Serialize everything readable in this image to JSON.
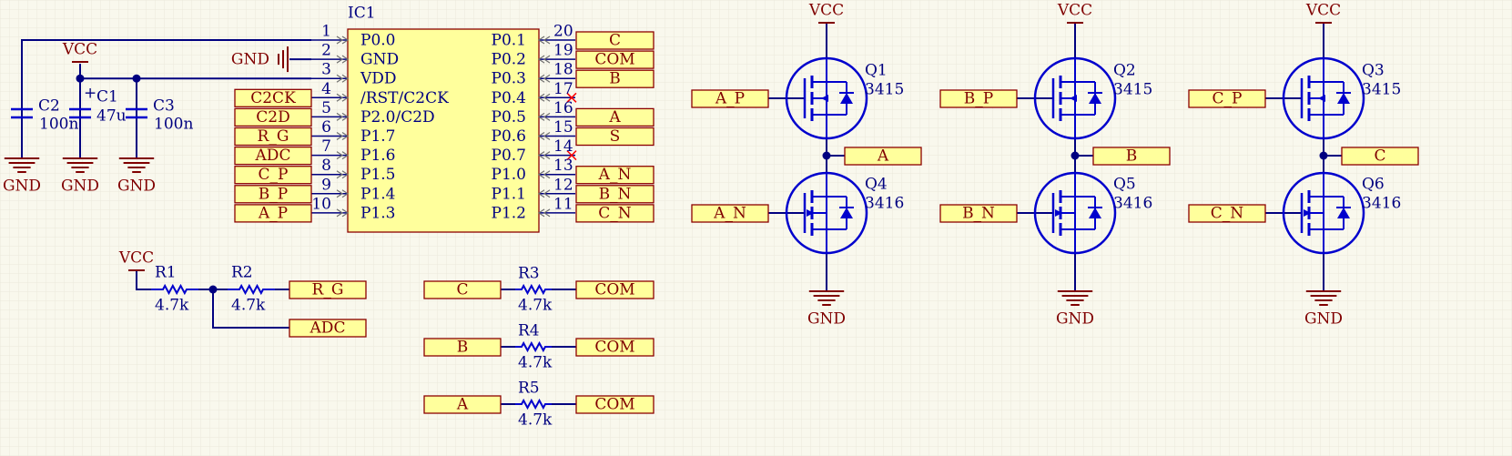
{
  "colors": {
    "background": "#f9f8ed",
    "grid": "#ebe9dc",
    "wire": "#000080",
    "power": "#800000",
    "body_fill": "#ffff9c",
    "body_stroke": "#8b0000",
    "text_red": "#800000",
    "text_blue": "#000080",
    "component": "#0000cd",
    "no_connect": "#ff0000"
  },
  "ic1": {
    "designator": "IC1",
    "left_pins": [
      {
        "num": "1",
        "name": "P0.0"
      },
      {
        "num": "2",
        "name": "GND"
      },
      {
        "num": "3",
        "name": "VDD"
      },
      {
        "num": "4",
        "name": "/RST/C2CK"
      },
      {
        "num": "5",
        "name": "P2.0/C2D"
      },
      {
        "num": "6",
        "name": "P1.7"
      },
      {
        "num": "7",
        "name": "P1.6"
      },
      {
        "num": "8",
        "name": "P1.5"
      },
      {
        "num": "9",
        "name": "P1.4"
      },
      {
        "num": "10",
        "name": "P1.3"
      }
    ],
    "right_pins": [
      {
        "num": "20",
        "name": "P0.1"
      },
      {
        "num": "19",
        "name": "P0.2"
      },
      {
        "num": "18",
        "name": "P0.3"
      },
      {
        "num": "17",
        "name": "P0.4"
      },
      {
        "num": "16",
        "name": "P0.5"
      },
      {
        "num": "15",
        "name": "P0.6"
      },
      {
        "num": "14",
        "name": "P0.7"
      },
      {
        "num": "13",
        "name": "P1.0"
      },
      {
        "num": "12",
        "name": "P1.1"
      },
      {
        "num": "11",
        "name": "P1.2"
      }
    ],
    "left_nets": [
      "",
      "",
      "",
      "C2CK",
      "C2D",
      "R_G",
      "ADC",
      "C_P",
      "B_P",
      "A_P"
    ],
    "right_nets": [
      "C",
      "COM",
      "B",
      "",
      "A",
      "S",
      "",
      "A_N",
      "B_N",
      "C_N"
    ]
  },
  "power": {
    "vcc": "VCC",
    "gnd": "GND"
  },
  "capacitors": [
    {
      "ref": "C2",
      "value": "100n"
    },
    {
      "ref": "C1",
      "value": "47u",
      "polarity": "+"
    },
    {
      "ref": "C3",
      "value": "100n"
    }
  ],
  "resistors": [
    {
      "ref": "R1",
      "value": "4.7k"
    },
    {
      "ref": "R2",
      "value": "4.7k"
    },
    {
      "ref": "R3",
      "value": "4.7k"
    },
    {
      "ref": "R4",
      "value": "4.7k"
    },
    {
      "ref": "R5",
      "value": "4.7k"
    }
  ],
  "divider_nets": [
    "R_G",
    "ADC"
  ],
  "resistor_nets": [
    {
      "left": "C",
      "right": "COM"
    },
    {
      "left": "B",
      "right": "COM"
    },
    {
      "left": "A",
      "right": "COM"
    }
  ],
  "bridges": [
    {
      "high": {
        "ref": "Q1",
        "value": "3415"
      },
      "low": {
        "ref": "Q4",
        "value": "3416"
      },
      "in_high": "A_P",
      "in_low": "A_N",
      "out": "A"
    },
    {
      "high": {
        "ref": "Q2",
        "value": "3415"
      },
      "low": {
        "ref": "Q5",
        "value": "3416"
      },
      "in_high": "B_P",
      "in_low": "B_N",
      "out": "B"
    },
    {
      "high": {
        "ref": "Q3",
        "value": "3415"
      },
      "low": {
        "ref": "Q6",
        "value": "3416"
      },
      "in_high": "C_P",
      "in_low": "C_N",
      "out": "C"
    }
  ]
}
